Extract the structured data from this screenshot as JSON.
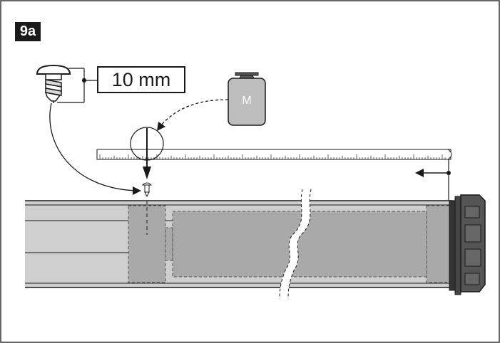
{
  "figure": {
    "label": "9a",
    "screw_length": "10 mm",
    "marker_letter": "M"
  },
  "colors": {
    "line": "#1a1a1a",
    "tube_fill": "#cfcfcf",
    "inner_block": "#a9a9a9",
    "tag_fill": "#bdbdbd",
    "end_cap": "#555555"
  }
}
